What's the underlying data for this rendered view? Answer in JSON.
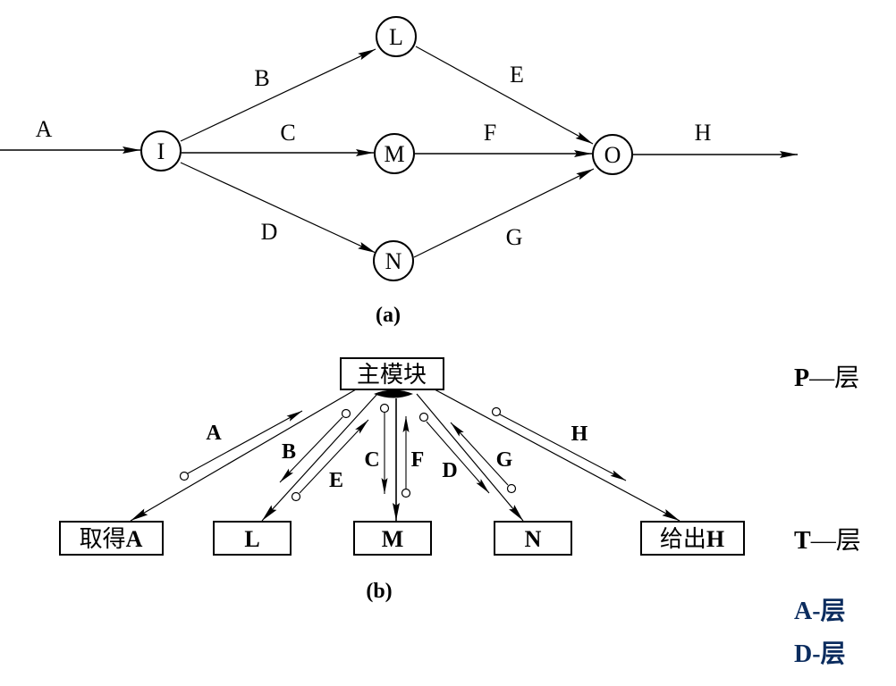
{
  "colors": {
    "ink": "#000000",
    "layer_blue": "#0b2c5e"
  },
  "diagram_a": {
    "caption": "(a)",
    "nodes": {
      "I": "I",
      "L": "L",
      "M": "M",
      "N": "N",
      "O": "O"
    },
    "edges": {
      "A": "A",
      "B": "B",
      "C": "C",
      "D": "D",
      "E": "E",
      "F": "F",
      "G": "G",
      "H": "H"
    }
  },
  "diagram_b": {
    "caption": "(b)",
    "main_module": "主模块",
    "modules": {
      "getA_prefix": "取得",
      "getA_suffix": "A",
      "L": "L",
      "M": "M",
      "N": "N",
      "giveH_prefix": "给出",
      "giveH_suffix": "H"
    },
    "flows": {
      "A": "A",
      "B": "B",
      "C": "C",
      "D": "D",
      "E": "E",
      "F": "F",
      "G": "G",
      "H": "H"
    }
  },
  "layers": {
    "P_letter": "P",
    "P_suffix": "—层",
    "T_letter": "T",
    "T_suffix": "—层",
    "A_layer": "A-层",
    "D_layer": "D-层"
  }
}
